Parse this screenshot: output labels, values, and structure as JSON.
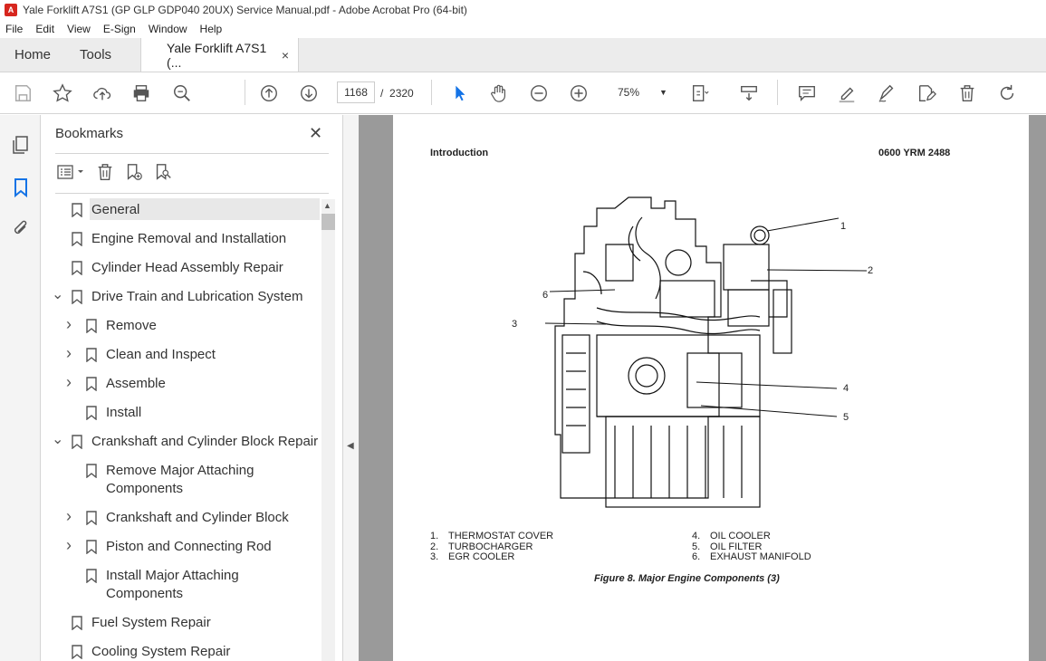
{
  "window": {
    "title": "Yale Forklift A7S1 (GP GLP GDP040 20UX) Service Manual.pdf - Adobe Acrobat Pro (64-bit)"
  },
  "menu": [
    "File",
    "Edit",
    "View",
    "E-Sign",
    "Window",
    "Help"
  ],
  "tabs": {
    "home": "Home",
    "tools": "Tools",
    "doc": "Yale Forklift A7S1 (...",
    "close": "×"
  },
  "toolbar": {
    "page_current": "1168",
    "page_sep": "/",
    "page_total": "2320",
    "zoom": "75%"
  },
  "bookmarks": {
    "title": "Bookmarks",
    "items": [
      {
        "label": "General",
        "level": 1,
        "expander": "none",
        "selected": true
      },
      {
        "label": "Engine Removal and Installation",
        "level": 1,
        "expander": "none"
      },
      {
        "label": "Cylinder Head Assembly Repair",
        "level": 1,
        "expander": "none"
      },
      {
        "label": "Drive Train and Lubrication System",
        "level": 1,
        "expander": "expanded"
      },
      {
        "label": "Remove",
        "level": 2,
        "expander": "collapsed"
      },
      {
        "label": "Clean and Inspect",
        "level": 2,
        "expander": "collapsed"
      },
      {
        "label": "Assemble",
        "level": 2,
        "expander": "collapsed"
      },
      {
        "label": "Install",
        "level": 2,
        "expander": "none"
      },
      {
        "label": "Crankshaft and Cylinder Block Repair",
        "level": 1,
        "expander": "expanded"
      },
      {
        "label": "Remove Major Attaching",
        "label2": "Components",
        "level": 2,
        "expander": "none"
      },
      {
        "label": "Crankshaft and Cylinder Block",
        "level": 2,
        "expander": "collapsed"
      },
      {
        "label": "Piston and Connecting Rod",
        "level": 2,
        "expander": "collapsed"
      },
      {
        "label": "Install Major Attaching",
        "label2": "Components",
        "level": 2,
        "expander": "none"
      },
      {
        "label": "Fuel System Repair",
        "level": 1,
        "expander": "none"
      },
      {
        "label": "Cooling System Repair",
        "level": 1,
        "expander": "none"
      }
    ]
  },
  "document": {
    "header_left": "Introduction",
    "header_right": "0600 YRM 2488",
    "callouts": [
      "1",
      "2",
      "3",
      "4",
      "5",
      "6"
    ],
    "legend": [
      {
        "num": "1.",
        "text": "THERMOSTAT COVER"
      },
      {
        "num": "2.",
        "text": "TURBOCHARGER"
      },
      {
        "num": "3.",
        "text": "EGR COOLER"
      },
      {
        "num": "4.",
        "text": "OIL COOLER"
      },
      {
        "num": "5.",
        "text": "OIL FILTER"
      },
      {
        "num": "6.",
        "text": "EXHAUST MANIFOLD"
      }
    ],
    "caption": "Figure 8. Major Engine Components (3)"
  },
  "colors": {
    "accent": "#1473e6",
    "pdf_red": "#d7261e",
    "doc_bg": "#9a9a9a"
  }
}
